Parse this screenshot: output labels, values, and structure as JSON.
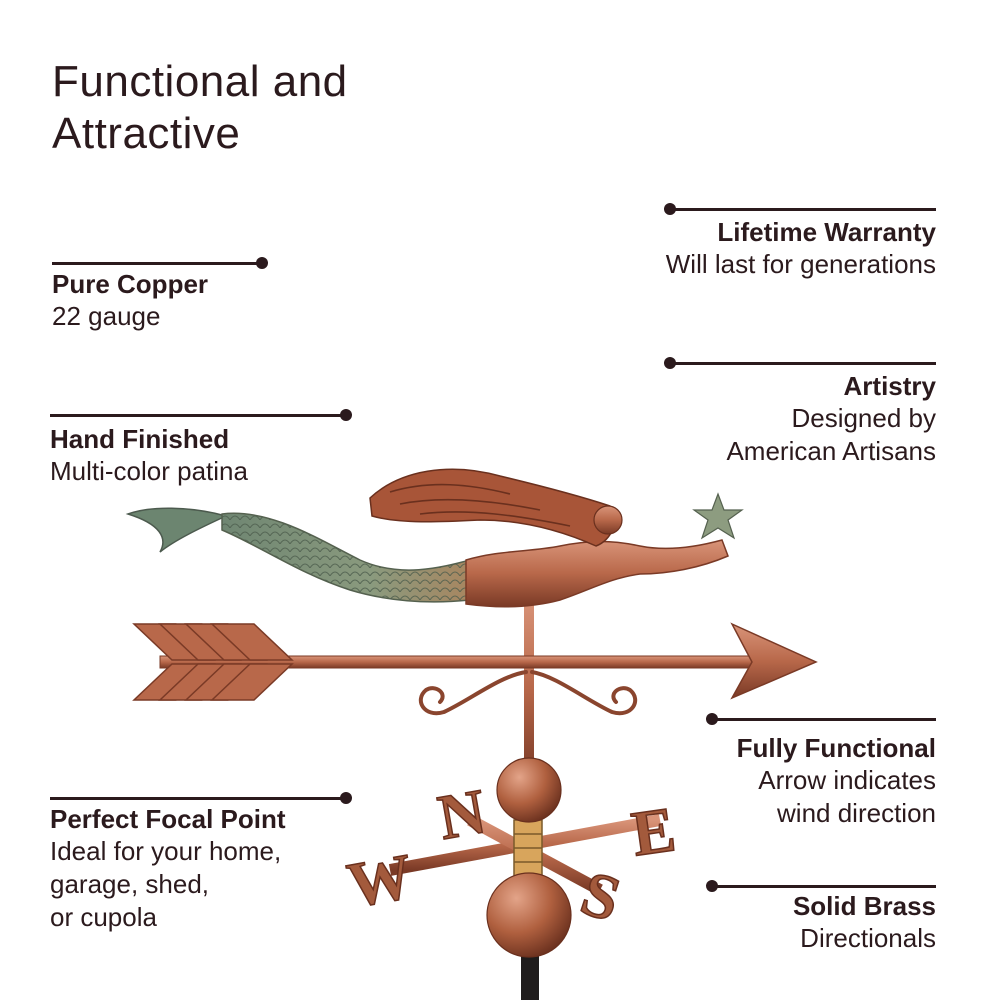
{
  "title": {
    "line1": "Functional and",
    "line2": "Attractive"
  },
  "features": {
    "pure_copper": {
      "heading": "Pure Copper",
      "lines": [
        "22 gauge"
      ]
    },
    "hand_finished": {
      "heading": "Hand Finished",
      "lines": [
        "Multi-color patina"
      ]
    },
    "focal_point": {
      "heading": "Perfect Focal Point",
      "lines": [
        "Ideal for your home,",
        "garage, shed,",
        "or cupola"
      ]
    },
    "warranty": {
      "heading": "Lifetime Warranty",
      "lines": [
        "Will last for generations"
      ]
    },
    "artistry": {
      "heading": "Artistry",
      "lines": [
        "Designed by",
        "American Artisans"
      ]
    },
    "functional": {
      "heading": "Fully Functional",
      "lines": [
        "Arrow indicates",
        "wind direction"
      ]
    },
    "brass": {
      "heading": "Solid Brass",
      "lines": [
        "Directionals"
      ]
    }
  },
  "directionals": {
    "n": "N",
    "s": "S",
    "e": "E",
    "w": "W"
  },
  "colors": {
    "text": "#2b1a1d",
    "copper": "#b8684a",
    "copper_dark": "#7a3a26",
    "patina": "#7e9278"
  }
}
